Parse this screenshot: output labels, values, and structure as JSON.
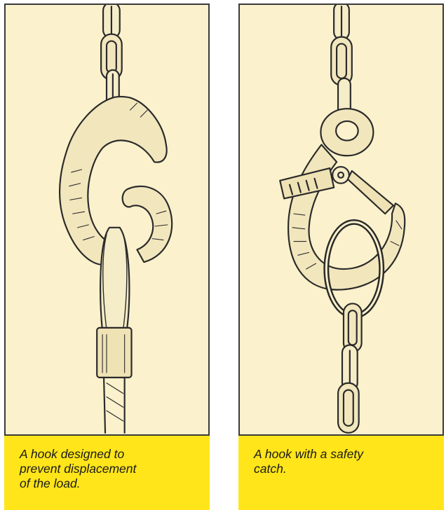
{
  "figures": [
    {
      "illustration": "hook-designed-to-prevent-displacement",
      "caption_lines": [
        "A hook designed to",
        "prevent displacement",
        "of the load."
      ]
    },
    {
      "illustration": "hook-with-safety-catch",
      "caption_lines": [
        "A hook with a safety",
        "catch."
      ]
    }
  ],
  "colors": {
    "panel_background": "#fbf1cc",
    "caption_background": "#ffe51a",
    "ink": "#2a2a2a"
  }
}
